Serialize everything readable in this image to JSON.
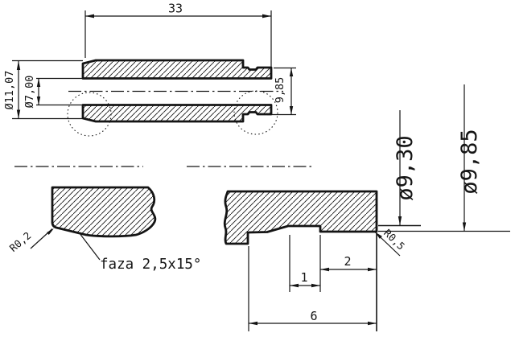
{
  "drawing": {
    "background": "#ffffff",
    "line_color": "#141414",
    "main_view": {
      "dim_overall_length": "33",
      "dim_outer_diameter": "Ø11,07",
      "dim_bore_diameter": "Ø7,00",
      "dim_end_outer_height": "9,85"
    },
    "right_side_dims": {
      "dim_groove_diameter": "ø9,30",
      "dim_end_diameter": "ø9,85"
    },
    "left_detail": {
      "label_corner_radius": "R0,2",
      "label_chamfer": "faza 2,5x15°"
    },
    "right_detail": {
      "dim_groove_width": "1",
      "dim_end_land_length": "2",
      "dim_end_section_length": "6",
      "label_groove_radius": "R0,5"
    }
  }
}
